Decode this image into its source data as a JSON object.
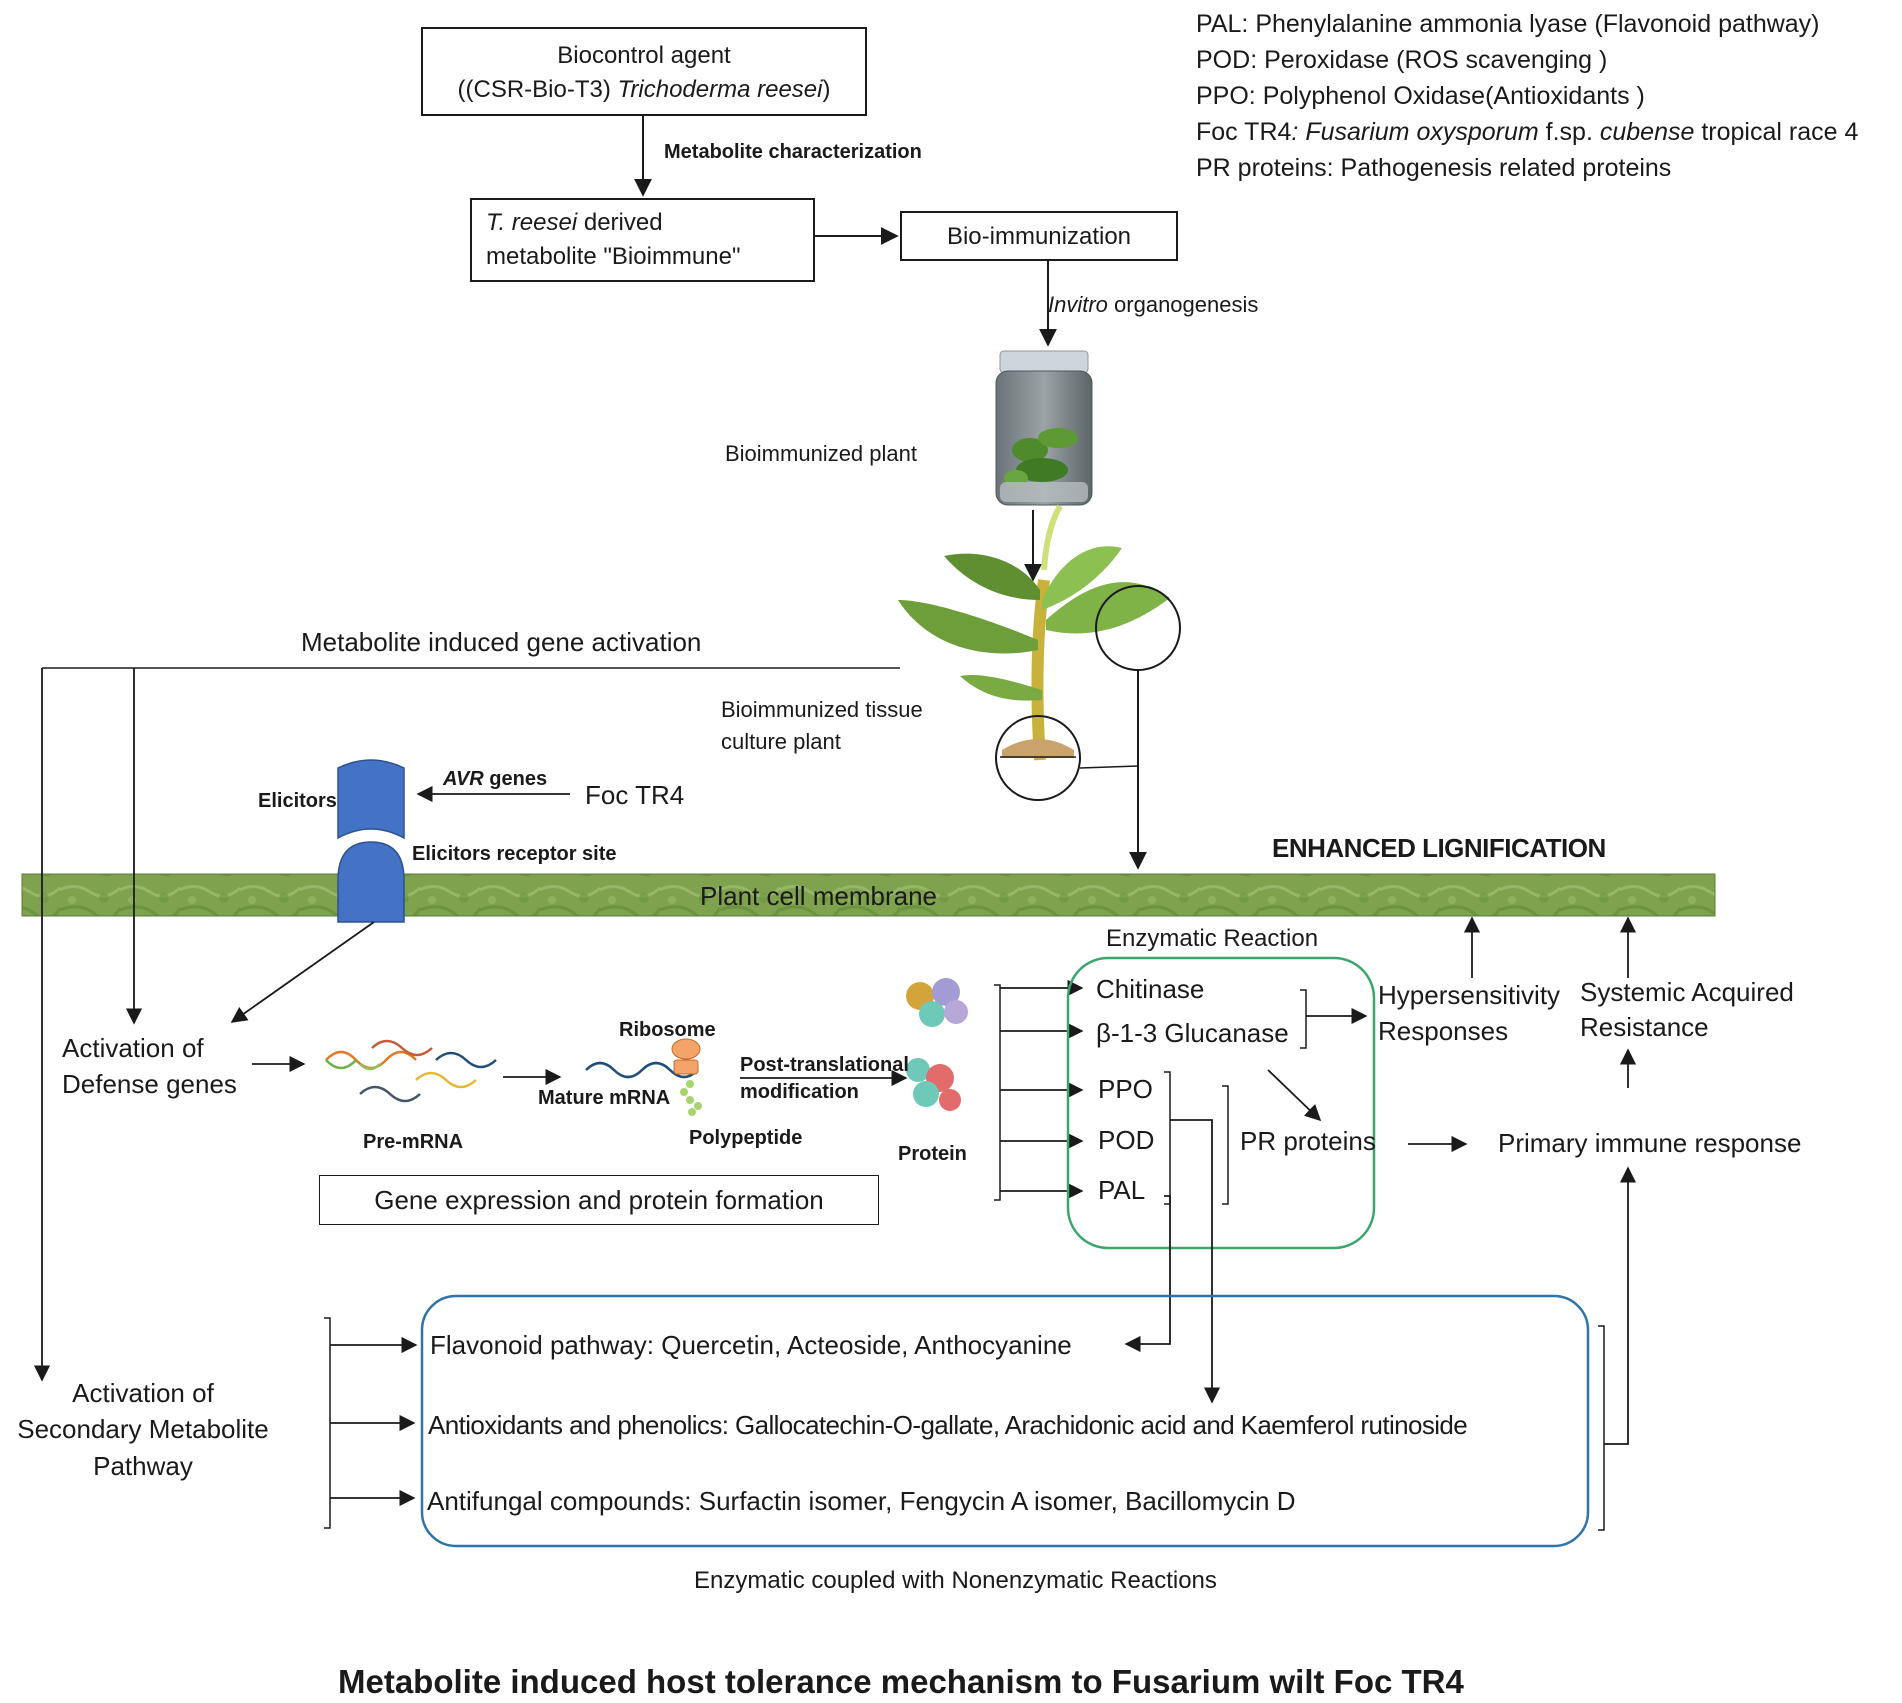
{
  "legend": [
    {
      "abbr": "PAL",
      "sep": ": ",
      "rich": [
        {
          "t": "Phenylalanine ammonia lyase (Flavonoid pathway)"
        }
      ]
    },
    {
      "abbr": "POD",
      "sep": ": ",
      "rich": [
        {
          "t": "Peroxidase (ROS scavenging )"
        }
      ]
    },
    {
      "abbr": "PPO",
      "sep": ": ",
      "rich": [
        {
          "t": "Polyphenol Oxidase(Antioxidants )"
        }
      ]
    },
    {
      "abbr": "Foc TR4",
      "sep": ": ",
      "rich": [
        {
          "t": "Fusarium oxysporum",
          "i": true
        },
        {
          "t": " f.sp. "
        },
        {
          "t": "cubense",
          "i": true
        },
        {
          "t": " tropical race 4"
        }
      ]
    },
    {
      "abbr": "PR proteins",
      "sep": ": ",
      "rich": [
        {
          "t": "Pathogenesis related proteins"
        }
      ]
    }
  ],
  "biocontrol": {
    "line1": "Biocontrol agent",
    "line2_a": "((CSR-Bio-T3) ",
    "line2_b": "Trichoderma reesei",
    "line2_c": ")"
  },
  "metabolite_characterization": "Metabolite characterization",
  "derived": {
    "line1_i": "T. reesei",
    "line1_b": " derived",
    "line2": "metabolite \"Bioimmune\""
  },
  "bio_immunization": "Bio-immunization",
  "organogenesis": {
    "i": "Invitro",
    "t": " organogenesis"
  },
  "bioimmunized_plant": "Bioimmunized plant",
  "bioimmunized_tissue": {
    "line1": "Bioimmunized tissue",
    "line2": "culture plant"
  },
  "gene_activation": "Metabolite induced gene activation",
  "elicitors": "Elicitors",
  "avr_genes": {
    "i": "AVR",
    "t": " genes"
  },
  "foc_tr4": "Foc TR4",
  "elicitors_receptor": "Elicitors receptor site",
  "enhanced_lignification": "ENHANCED LIGNIFICATION",
  "membrane": "Plant cell membrane",
  "enzymatic_reaction": "Enzymatic Reaction",
  "enzymes": {
    "chitinase": "Chitinase",
    "glucanase": "β-1-3 Glucanase",
    "ppo": "PPO",
    "pod": "POD",
    "pal": "PAL"
  },
  "hypersensitivity": {
    "line1": "Hypersensitivity",
    "line2": "Responses"
  },
  "sar": {
    "line1": "Systemic Acquired",
    "line2": "Resistance"
  },
  "defense_genes": {
    "line1": "Activation of",
    "line2": "Defense genes"
  },
  "ribosome": "Ribosome",
  "post_translational": {
    "line1": "Post-translational",
    "line2": "modification"
  },
  "mature_mrna": "Mature mRNA",
  "pre_mrna": "Pre-mRNA",
  "polypeptide": "Polypeptide",
  "protein": "Protein",
  "pr_proteins": "PR proteins",
  "primary_immune": "Primary immune response",
  "gene_expression": "Gene expression and protein formation",
  "secondary": {
    "line1": "Activation of",
    "line2": "Secondary Metabolite",
    "line3": "Pathway"
  },
  "flavonoid": "Flavonoid pathway: Quercetin, Acteoside, Anthocyanine",
  "antioxidants": "Antioxidants and phenolics: Gallocatechin-O-gallate, Arachidonic acid and Kaemferol rutinoside",
  "antifungal": "Antifungal compounds: Surfactin isomer, Fengycin A isomer, Bacillomycin D",
  "enzymatic_coupled": "Enzymatic coupled with Nonenzymatic Reactions",
  "main_title": "Metabolite induced host tolerance mechanism to Fusarium wilt Foc TR4",
  "colors": {
    "membrane": "#7fa64f",
    "receptor": "#4472c4",
    "green_box": "#3aa66c",
    "blue_box": "#2e74a8",
    "ink": "#1a1a1a"
  }
}
